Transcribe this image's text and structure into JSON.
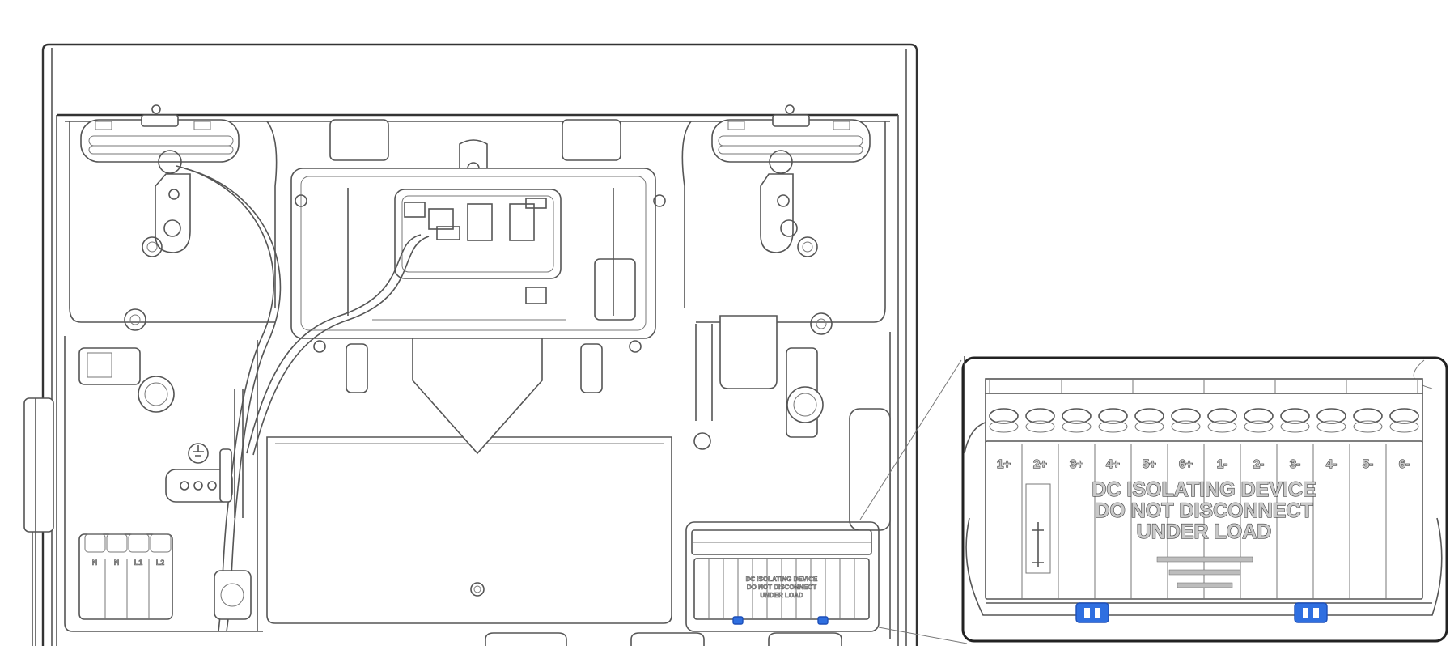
{
  "terminal_block": {
    "terminal_labels": [
      "1+",
      "2+",
      "3+",
      "4+",
      "5+",
      "6+",
      "1-",
      "2-",
      "3-",
      "4-",
      "5-",
      "6-"
    ],
    "warning_lines": [
      "DC ISOLATING DEVICE",
      "DO NOT DISCONNECT",
      "UNDER LOAD"
    ]
  },
  "ac_terminal": {
    "labels": [
      "N",
      "N",
      "L1",
      "L2"
    ]
  },
  "colors": {
    "line": "#555555",
    "highlight": "#2f6fe0",
    "label_fill": "#c9c9c9"
  }
}
